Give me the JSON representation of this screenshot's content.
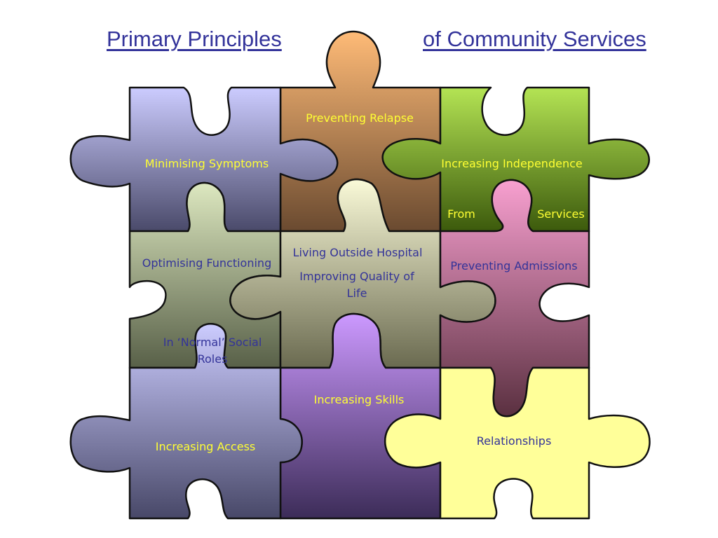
{
  "title": {
    "left": "Primary Principles",
    "right": "of Community Services"
  },
  "colors": {
    "yellow_text": "#ffff33",
    "blue_text": "#333399",
    "lavender": "#c6c6f4",
    "orange": "#f0b070",
    "green": "#a8d840",
    "sage": "#d8e4b8",
    "cream": "#f6f6d0",
    "pink": "#f29ccc",
    "purple": "#c89af0",
    "yellow": "#ffff99"
  },
  "pieces": {
    "minimising_symptoms": "Minimising Symptoms",
    "preventing_relapse": "Preventing Relapse",
    "increasing_independence": "Increasing Independence",
    "from": "From",
    "services": "Services",
    "optimising_functioning": "Optimising Functioning",
    "living_outside_hospital": "Living Outside Hospital",
    "improving_quality_of_life": "Improving Quality of Life",
    "preventing_admissions": "Preventing Admissions",
    "normal_social_roles": "In ‘Normal’ Social Roles",
    "increasing_skills": "Increasing Skills",
    "increasing_access": "Increasing Access",
    "relationships": "Relationships"
  }
}
